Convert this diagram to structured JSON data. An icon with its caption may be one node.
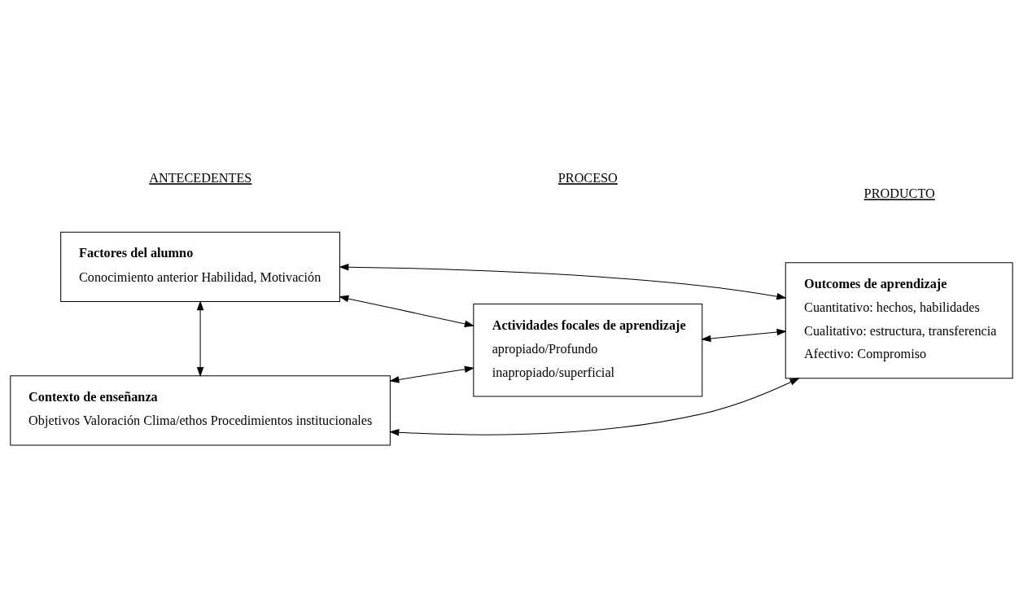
{
  "diagram": {
    "nodes": [
      {
        "text": [
          "Factores del alumno",
          "Conocimiento anterior Habilidad, Motivación"
        ]
      },
      {
        "text": [
          "Contexto de enseñanza",
          "Objetivos Valoración Clima/ethos Procedimientos institucionales"
        ]
      },
      {
        "text": [
          "Actividades focales de aprendizaje",
          "apropiado/Profundo",
          "inapropiado/superficial"
        ]
      },
      {
        "text": [
          "Outcomes de aprendizaje",
          "Cuantitativo: hechos, habilidades",
          "Cualitativo: estructura, transferencia",
          "Afectivo: Compromiso"
        ]
      }
    ],
    "edges": [
      {
        "from": 0,
        "to": 3,
        "arrow": "both"
      },
      {
        "from": 0,
        "to": 2,
        "arrow": "both"
      },
      {
        "from": 0,
        "to": 1,
        "arrow": "both"
      },
      {
        "from": 1,
        "to": 2,
        "arrow": "both"
      },
      {
        "from": 2,
        "to": 3,
        "arrow": "both"
      },
      {
        "from": 1,
        "to": 3,
        "arrow": "both"
      }
    ],
    "labels": [
      "ANTECEDENTES",
      "PROCESO",
      "PRODUCTO"
    ]
  }
}
